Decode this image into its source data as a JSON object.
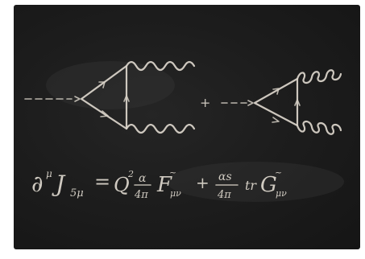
{
  "scene": {
    "description_free": true,
    "board_color": "#1c1c1c",
    "chalk_color": "#dcd6cc",
    "background_color": "#ffffff"
  },
  "equation": {
    "lhs": "∂",
    "lhs_sup": "μ",
    "lhs_current": "J",
    "lhs_current_sub": "5μ",
    "equals": "=",
    "term1_factor": "Q",
    "term1_factor_sup": "2",
    "term1_num": "α",
    "term1_den": "4π",
    "term1_field": "F",
    "term1_field_sup": "~",
    "term1_field_sub": "μν",
    "plus": "+",
    "term2_num": "αs",
    "term2_den": "4π",
    "term2_trace": "tr",
    "term2_field": "G",
    "term2_field_sup": "~",
    "term2_field_sub": "μν"
  },
  "diagrams": {
    "plus_sign": "+"
  }
}
